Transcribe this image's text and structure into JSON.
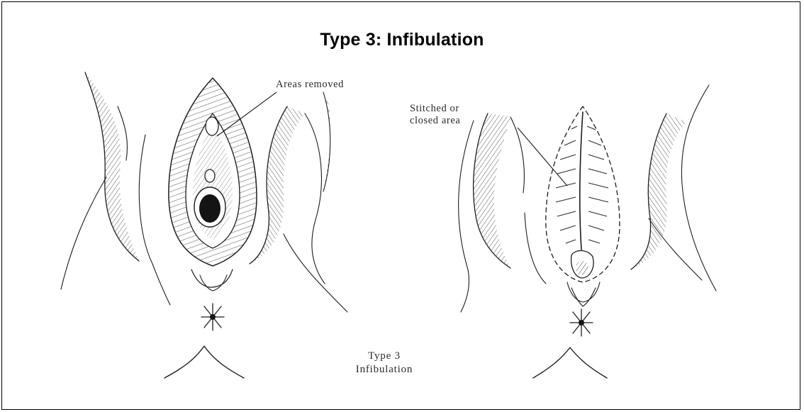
{
  "title": "Type 3: Infibulation",
  "labels": {
    "areas_removed": "Areas removed",
    "stitched_line1": "Stitched or",
    "stitched_line2": "closed area"
  },
  "caption": {
    "line1": "Type 3",
    "line2": "Infibulation"
  }
}
